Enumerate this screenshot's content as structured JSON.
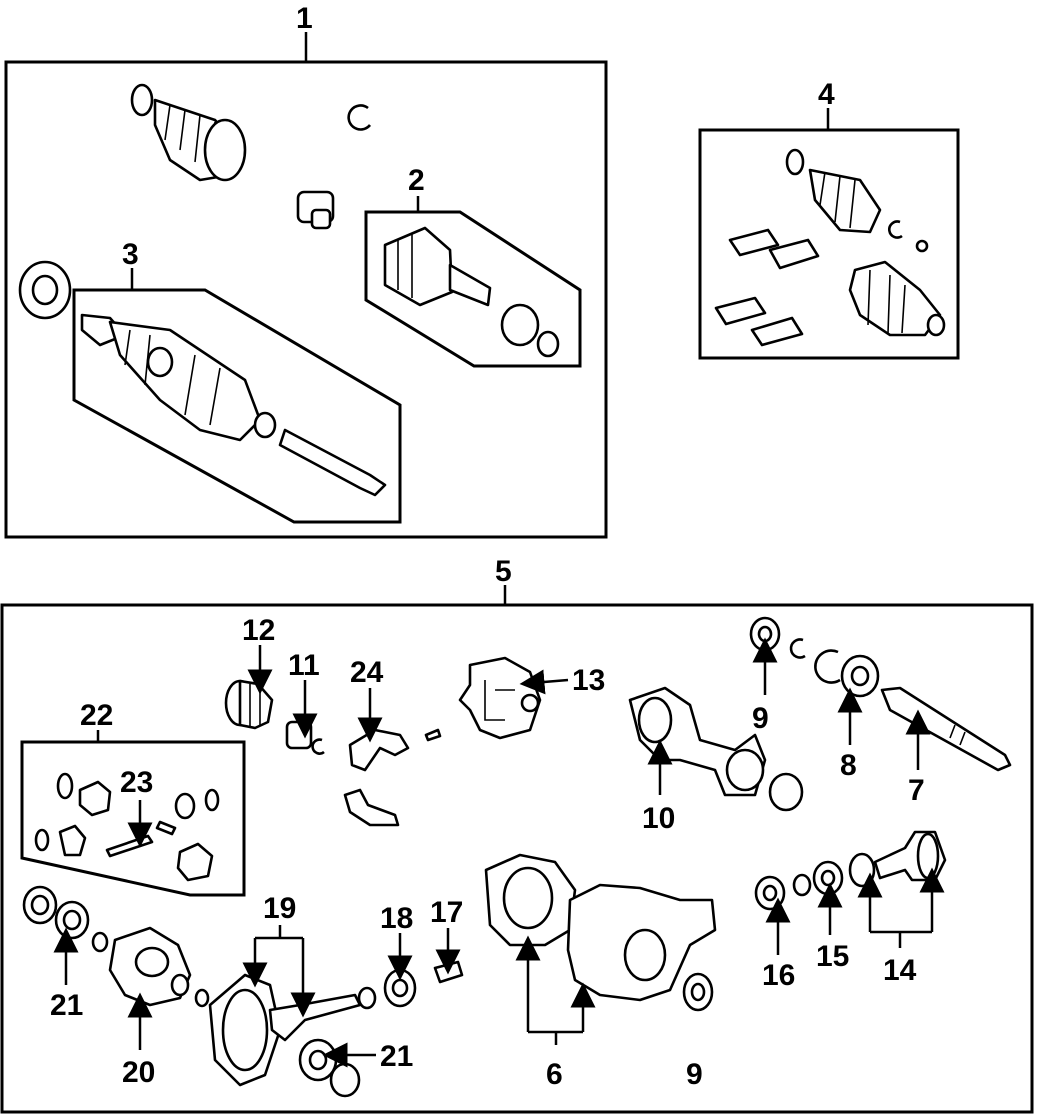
{
  "callouts": {
    "c1": "1",
    "c2": "2",
    "c3": "3",
    "c4": "4",
    "c5": "5",
    "c6": "6",
    "c7": "7",
    "c8": "8",
    "c9a": "9",
    "c9b": "9",
    "c10": "10",
    "c11": "11",
    "c12": "12",
    "c13": "13",
    "c14": "14",
    "c15": "15",
    "c16": "16",
    "c17": "17",
    "c18": "18",
    "c19": "19",
    "c20": "20",
    "c21a": "21",
    "c21b": "21",
    "c22": "22",
    "c23": "23",
    "c24": "24"
  }
}
